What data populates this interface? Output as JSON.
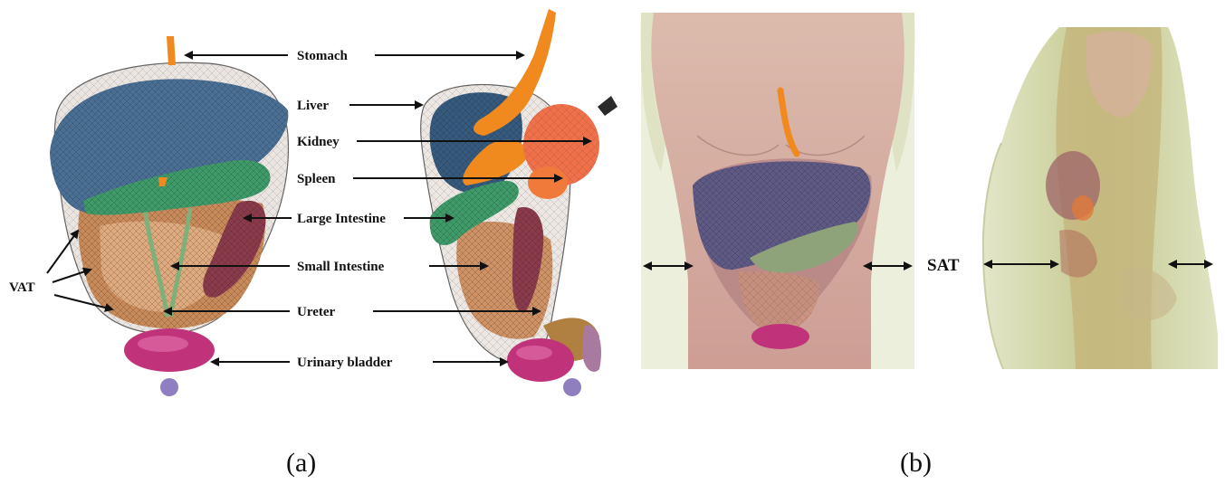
{
  "labels": {
    "stomach": "Stomach",
    "liver": "Liver",
    "kidney": "Kidney",
    "spleen": "Spleen",
    "large_intestine": "Large Intestine",
    "small_intestine": "Small Intestine",
    "ureter": "Ureter",
    "urinary_bladder": "Urinary bladder",
    "vat": "VAT",
    "sat": "SAT"
  },
  "captions": {
    "a": "(a)",
    "b": "(b)"
  },
  "colors": {
    "liver": "#4a6f94",
    "stomach": "#f08a1e",
    "kidney": "#f0704a",
    "large_intestine": "#3f9a6a",
    "small_intestine": "#d49a6a",
    "bladder": "#c0337a",
    "subcutaneous_fat": "#e4e8c8",
    "body_skin": "#d8a8a0"
  }
}
